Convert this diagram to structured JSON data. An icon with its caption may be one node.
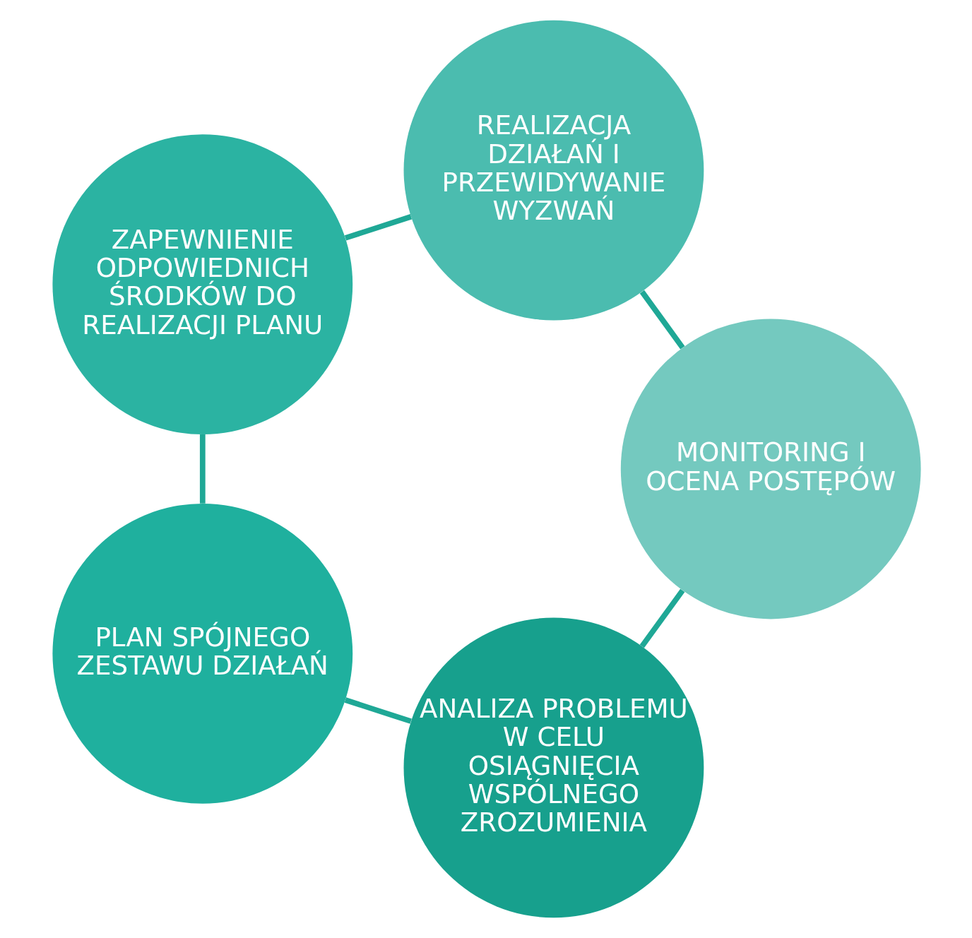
{
  "diagram": {
    "nodes": [
      {
        "text": [
          "ANALIZA PROBLEMU W CELU OSIĄGNIĘCIA WSPÓLNEGO ZROZUMIENIA"
        ]
      },
      {
        "text": [
          "PLAN SPÓJNEGO ZESTAWU DZIAŁAŃ"
        ]
      },
      {
        "text": [
          "ZAPEWNIENIE ODPOWIEDNICH ŚRODKÓW DO REALIZACJI PLANU"
        ]
      },
      {
        "text": [
          "REALIZACJA DZIAŁAŃ I PRZEWIDYWANIE WYZWAŃ"
        ]
      },
      {
        "text": [
          "MONITORING I OCENA POSTĘPÓW"
        ]
      }
    ],
    "edges": [
      {
        "from": 0,
        "to": 1,
        "arrow": "none"
      },
      {
        "from": 1,
        "to": 2,
        "arrow": "none"
      },
      {
        "from": 2,
        "to": 3,
        "arrow": "none"
      },
      {
        "from": 3,
        "to": 4,
        "arrow": "none"
      },
      {
        "from": 4,
        "to": 0,
        "arrow": "none"
      }
    ]
  }
}
